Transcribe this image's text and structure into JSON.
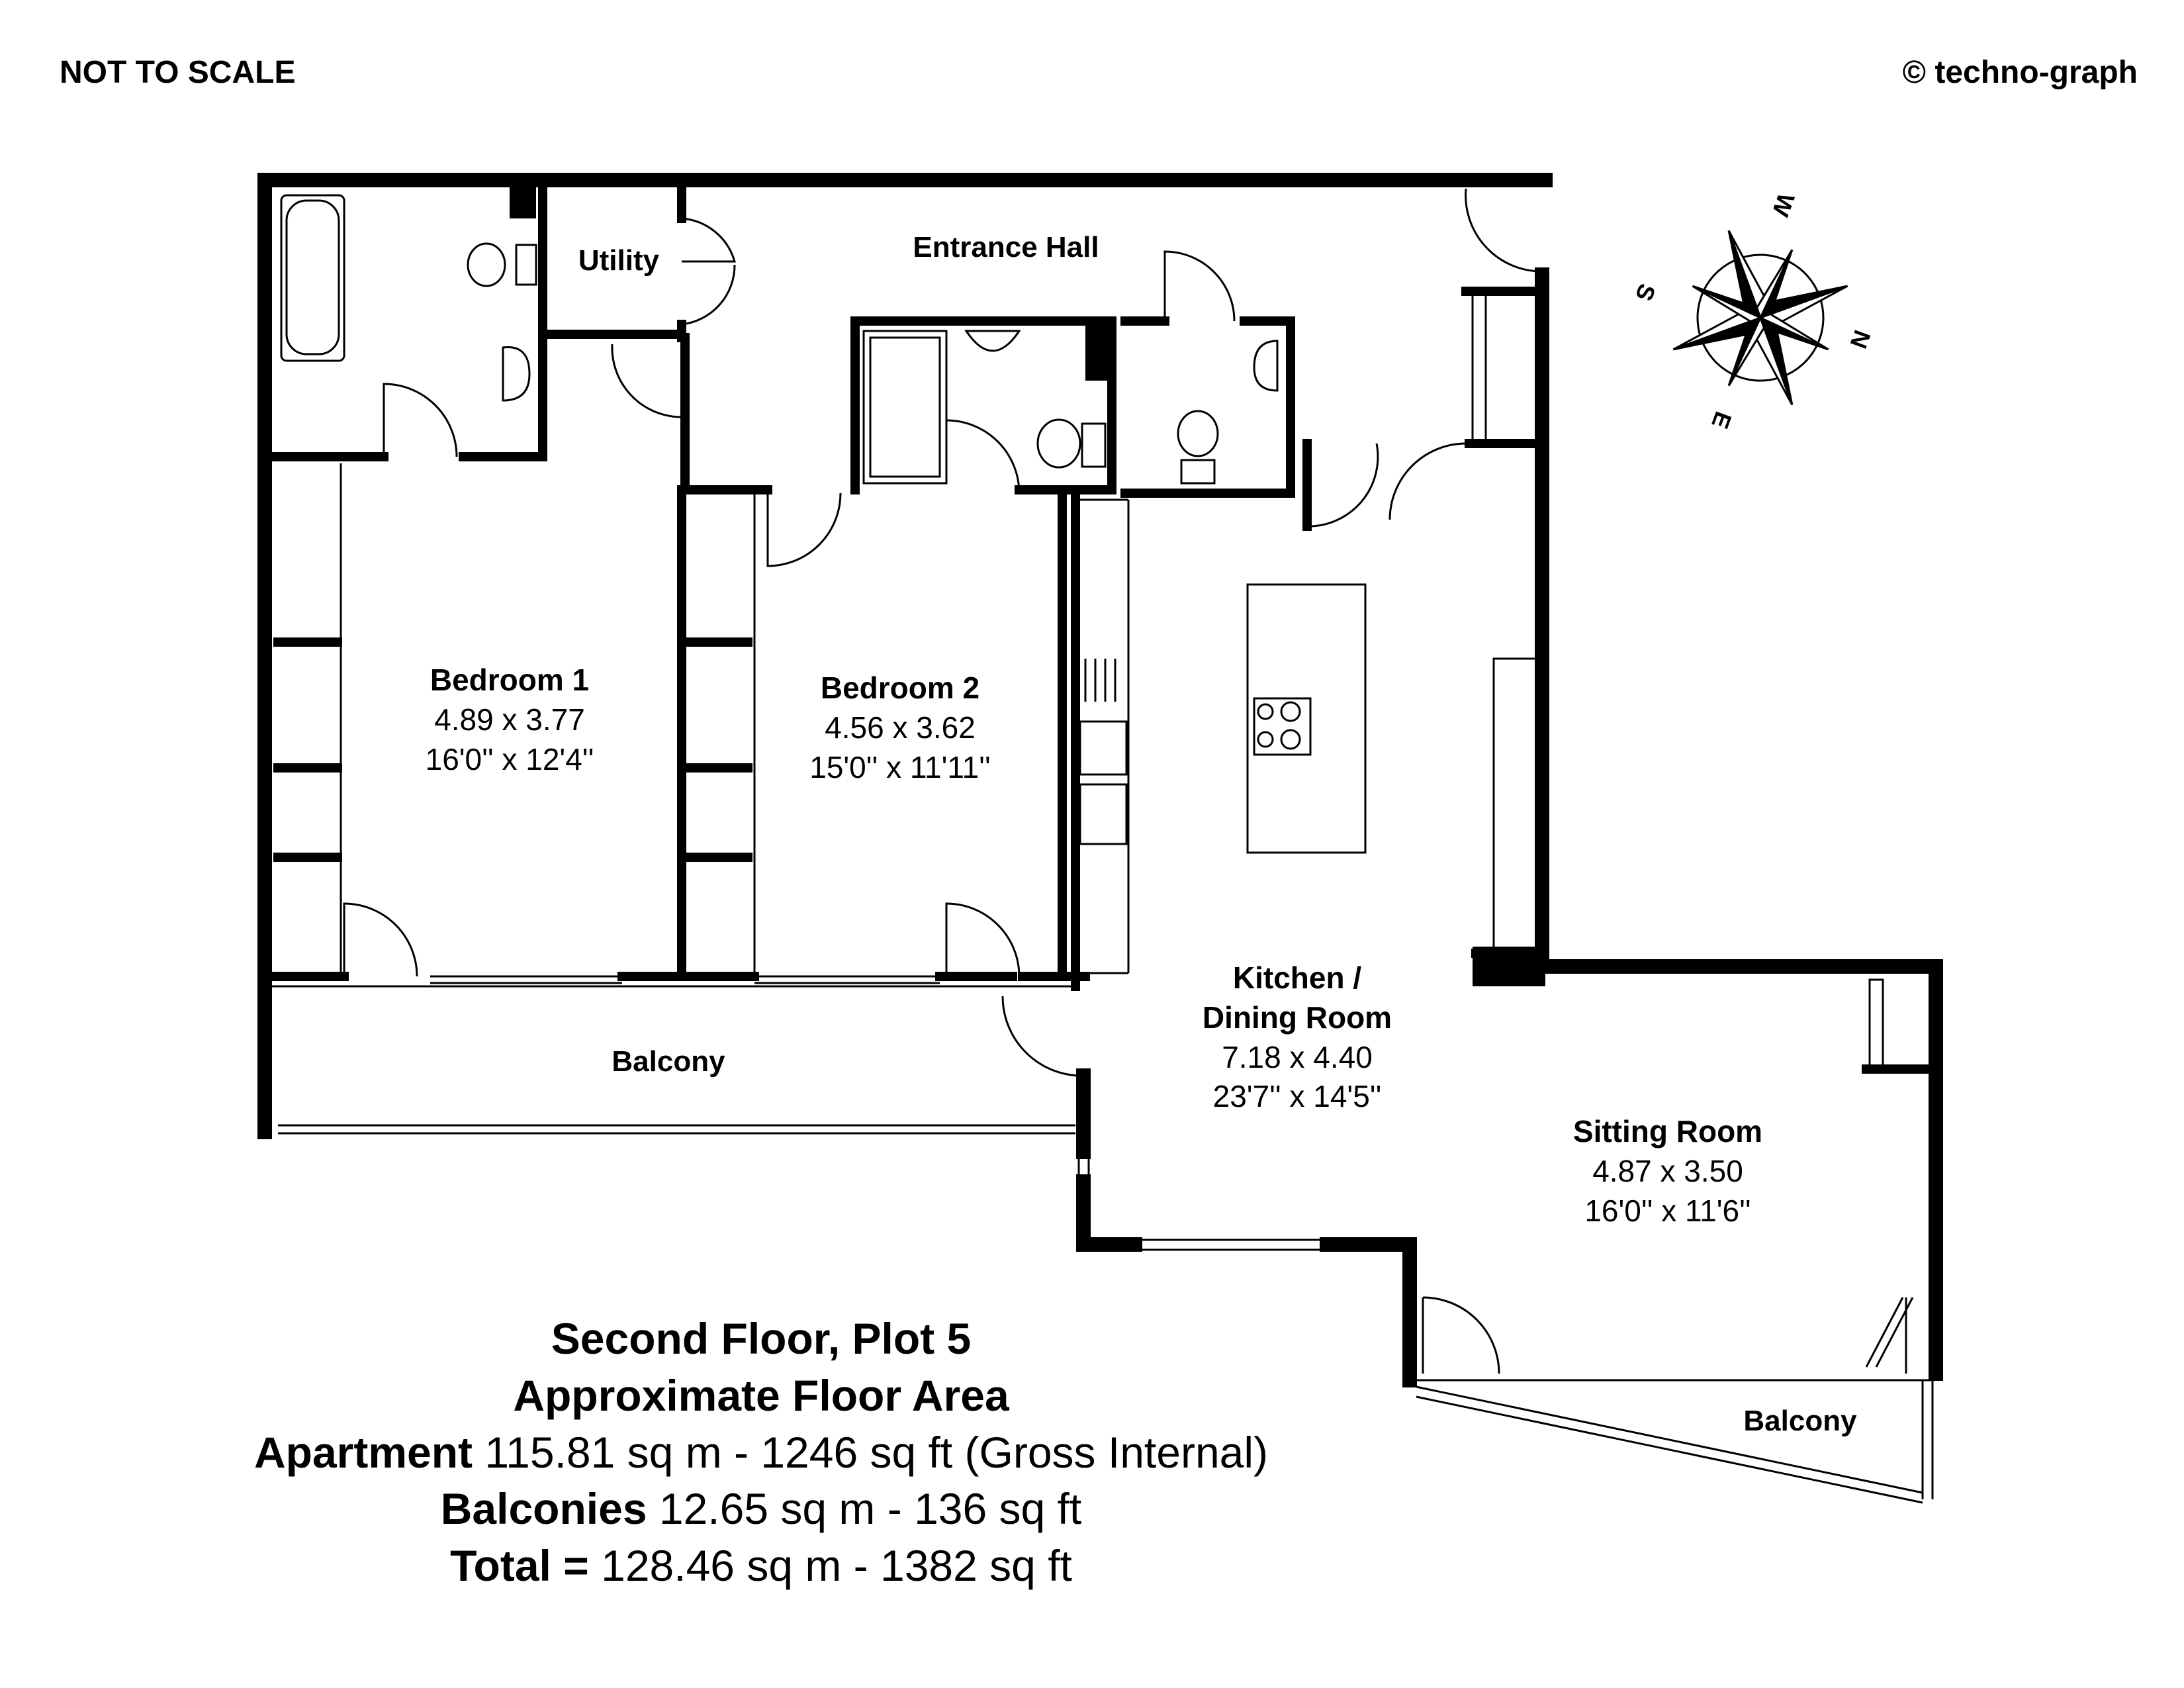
{
  "header": {
    "scale_note": "NOT TO SCALE",
    "copyright": "© techno-graph"
  },
  "rooms": {
    "entrance_hall": {
      "name": "Entrance Hall"
    },
    "utility": {
      "name": "Utility"
    },
    "bedroom1": {
      "name": "Bedroom 1",
      "metric": "4.89 x 3.77",
      "imperial": "16'0'' x 12'4''"
    },
    "bedroom2": {
      "name": "Bedroom 2",
      "metric": "4.56 x 3.62",
      "imperial": "15'0'' x 11'11''"
    },
    "kitchen": {
      "name_line1": "Kitchen /",
      "name_line2": "Dining Room",
      "metric": "7.18 x 4.40",
      "imperial": "23'7'' x 14'5''"
    },
    "sitting": {
      "name": "Sitting Room",
      "metric": "4.87 x 3.50",
      "imperial": "16'0'' x 11'6''"
    },
    "balcony_left": {
      "name": "Balcony"
    },
    "balcony_right": {
      "name": "Balcony"
    }
  },
  "compass": {
    "n": "N",
    "s": "S",
    "e": "E",
    "w": "W"
  },
  "summary": {
    "title": "Second Floor, Plot 5",
    "subtitle": "Approximate Floor Area",
    "apartment_label": "Apartment",
    "apartment_value": "115.81 sq m - 1246 sq ft (Gross Internal)",
    "balconies_label": "Balconies",
    "balconies_value": "12.65 sq m - 136 sq ft",
    "total_label": "Total =",
    "total_value": "128.46 sq m - 1382 sq ft"
  }
}
